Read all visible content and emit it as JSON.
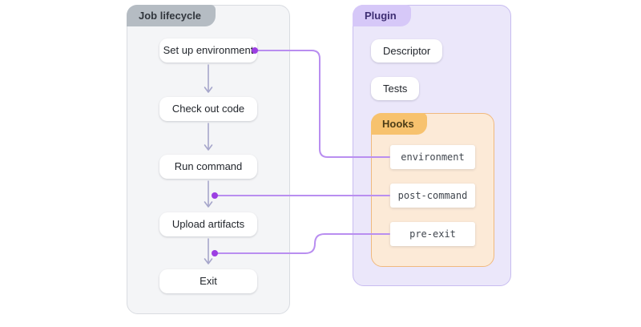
{
  "job_lifecycle": {
    "title": "Job lifecycle",
    "steps": [
      "Set up environment",
      "Check out code",
      "Run command",
      "Upload artifacts",
      "Exit"
    ]
  },
  "plugin": {
    "title": "Plugin",
    "items": [
      "Descriptor",
      "Tests"
    ],
    "hooks": {
      "title": "Hooks",
      "items": [
        "environment",
        "post-command",
        "pre-exit"
      ]
    }
  },
  "colors": {
    "lifecycle_panel_bg": "#f4f5f7",
    "lifecycle_tab_bg": "#b5bcc3",
    "plugin_panel_bg": "#ebe7fa",
    "plugin_tab_bg": "#d6c8f8",
    "hooks_panel_bg": "#fcead7",
    "hooks_tab_bg": "#f7c26e",
    "connector_line": "#b98ef0",
    "connector_dot": "#9c3fe2",
    "flow_arrow": "#a6a6cb"
  }
}
